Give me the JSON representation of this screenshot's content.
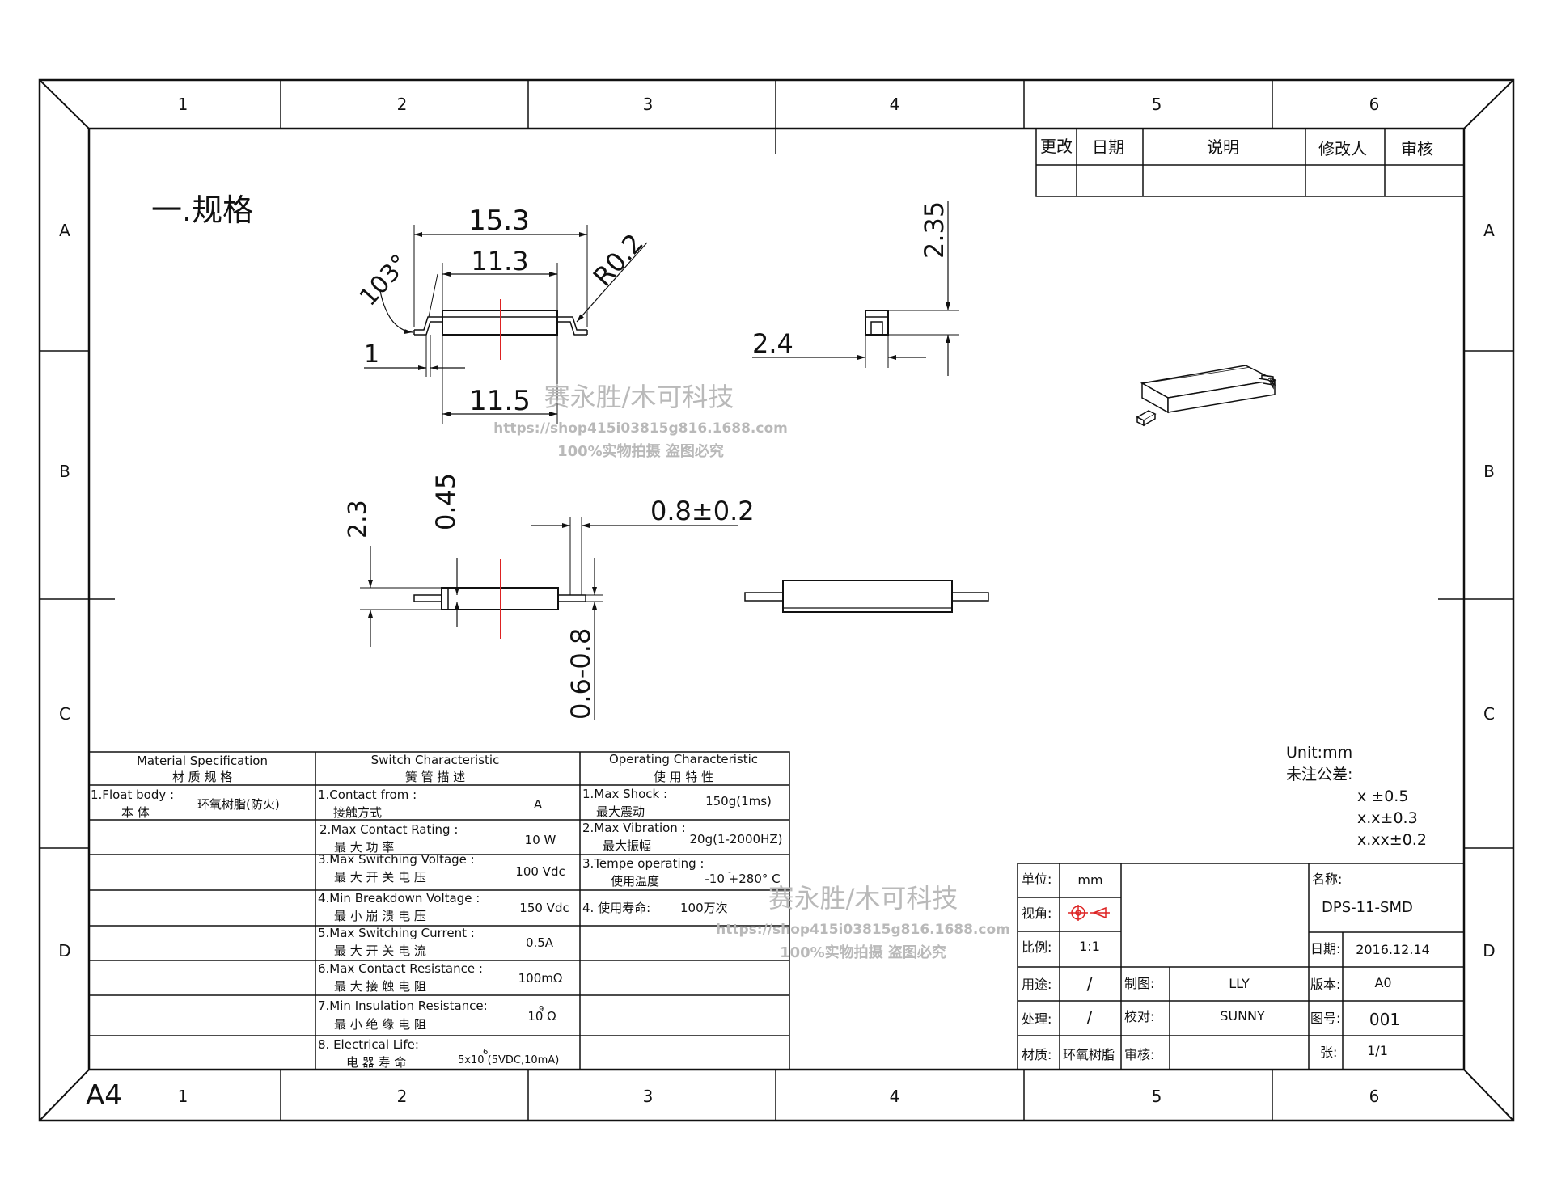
{
  "frame": {
    "columns": [
      "1",
      "2",
      "3",
      "4",
      "5",
      "6"
    ],
    "rows": [
      "A",
      "B",
      "C",
      "D"
    ],
    "paper": "A4"
  },
  "section_title": "一.规格",
  "dimensions": {
    "top_len": "15.3",
    "inner_len": "11.3",
    "radius": "R0.2",
    "angle": "103°",
    "left_lead": "1",
    "bottom_len": "11.5",
    "height": "2.35",
    "width": "2.4",
    "side_height": "2.3",
    "thickness": "0.45",
    "lead_width": "0.8±0.2",
    "lead_thick": "0.6-0.8"
  },
  "revision": {
    "headers": [
      "更改",
      "日期",
      "说明",
      "修改人",
      "审核"
    ]
  },
  "notes": {
    "unit": "Unit:mm",
    "tolerance_title": "未注公差:",
    "tol1": "x   ±0.5",
    "tol2": "x.x±0.3",
    "tol3": "x.xx±0.2"
  },
  "spec_table": {
    "material_header_en": "Material  Specification",
    "material_header_cn": "材 质 规 格",
    "material_row_en": "1.Float body :",
    "material_row_cn": "本  体",
    "material_row_val": "环氧树脂(防火)",
    "switch_header_en": "Switch Characteristic",
    "switch_header_cn": "簧 管 描 述",
    "operating_header_en": "Operating Characteristic",
    "operating_header_cn": "使 用 特 性",
    "switch_rows": [
      {
        "en": "1.Contact from :",
        "cn": "接触方式",
        "val": "A"
      },
      {
        "en": "2.Max Contact Rating :",
        "cn": "最 大 功 率",
        "val": "10 W"
      },
      {
        "en": "3.Max Switching Voltage :",
        "cn": "最 大 开 关 电 压",
        "val": "100 Vdc"
      },
      {
        "en": "4.Min Breakdown Voltage :",
        "cn": "最 小 崩 溃 电 压",
        "val": "150 Vdc"
      },
      {
        "en": "5.Max Switching Current :",
        "cn": "最 大 开 关 电 流",
        "val": "0.5A"
      },
      {
        "en": "6.Max Contact Resistance :",
        "cn": "最 大 接 触 电 阻",
        "val": "100mΩ"
      },
      {
        "en": "7.Min Insulation Resistance:",
        "cn": "最 小 绝 缘 电 阻",
        "val": "10  Ω",
        "sup": "9"
      },
      {
        "en": "8. Electrical Life:",
        "cn": "电 器 寿 命",
        "val": "5x10   (5VDC,10mA)",
        "sup": "6"
      }
    ],
    "operating_rows": [
      {
        "en": "1.Max Shock :",
        "cn": "最大震动",
        "val": "150g(1ms)"
      },
      {
        "en": "2.Max Vibration :",
        "cn": "最大振幅",
        "val": "20g(1-2000HZ)"
      },
      {
        "en": "3.Tempe operating :",
        "cn": "使用温度",
        "val": "-10  +280° C",
        "sup": "~"
      },
      {
        "en": "4. 使用寿命:",
        "cn": "",
        "val": "100万次"
      }
    ]
  },
  "title_block": {
    "unit_label": "单位:",
    "unit_val": "mm",
    "view_label": "视角:",
    "scale_label": "比例:",
    "scale_val": "1:1",
    "use_label": "用途:",
    "use_val": "/",
    "process_label": "处理:",
    "process_val": "/",
    "material_label": "材质:",
    "material_val": "环氧树脂",
    "drawn_label": "制图:",
    "drawn_val": "LLY",
    "check_label": "校对:",
    "check_val": "SUNNY",
    "approve_label": "审核:",
    "name_label": "名称:",
    "name_val": "DPS-11-SMD",
    "date_label": "日期:",
    "date_val": "2016.12.14",
    "version_label": "版本:",
    "version_val": "A0",
    "drawing_no_label": "图号:",
    "drawing_no_val": "001",
    "sheet_label": "张:",
    "sheet_val": "1/1"
  },
  "watermark": {
    "brand": "赛永胜/木可科技",
    "url": "https://shop415i03815g816.1688.com",
    "slogan": "100%实物拍摄 盗图必究"
  }
}
